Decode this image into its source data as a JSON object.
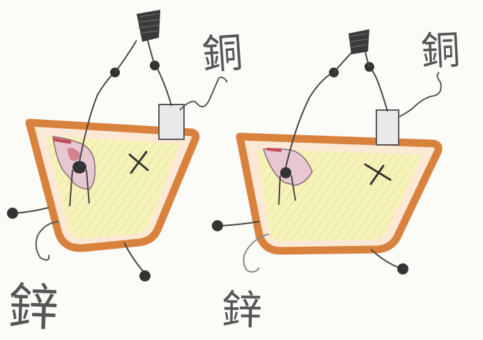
{
  "labels": {
    "copper_left": "銅",
    "zinc_left": "鋅",
    "copper_right": "銅",
    "zinc_right": "鋅"
  },
  "colors": {
    "paper": "#fbfbf8",
    "pencil": "#3a3a3a",
    "beaker_outline": "#d9823e",
    "liquid": "#f6f3b8",
    "zinc_stain": "#c74a58",
    "electrode_fill": "#e9e9e9"
  }
}
